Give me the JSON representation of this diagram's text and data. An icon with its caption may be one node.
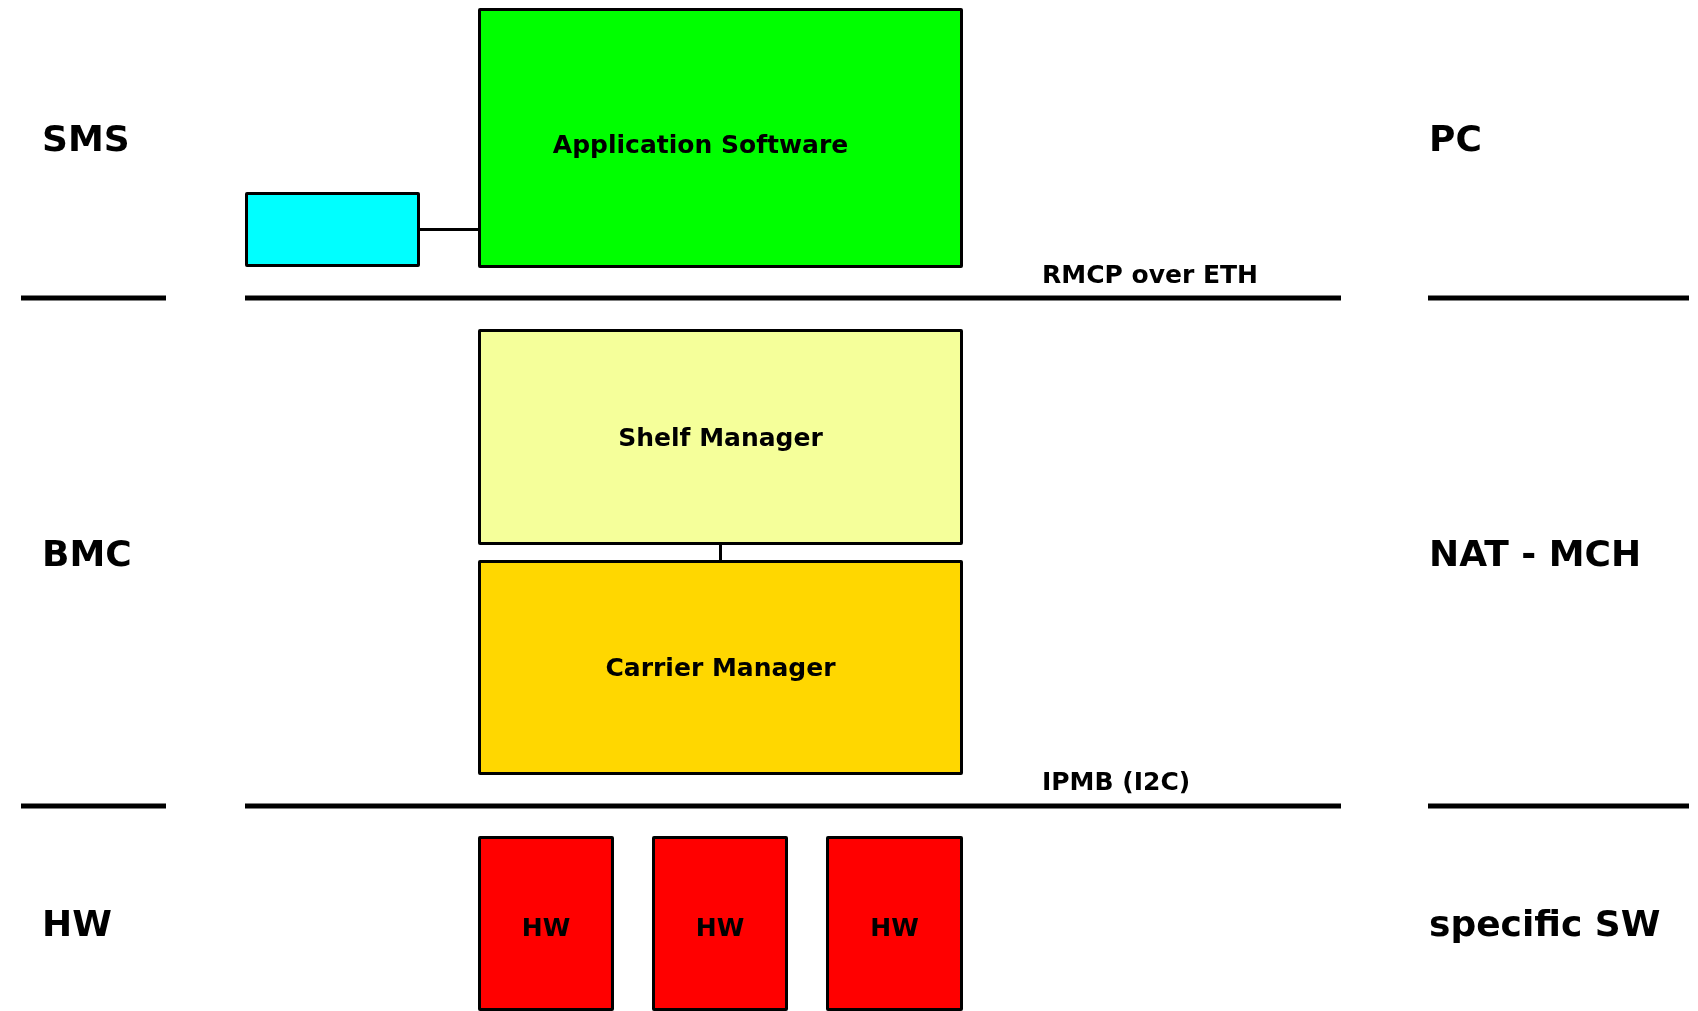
{
  "diagram": {
    "nodes": [
      {
        "text": [
          "Application Software"
        ]
      },
      {
        "text": [],
        "shape": "box"
      },
      {
        "text": [
          "Shelf Manager"
        ]
      },
      {
        "text": [
          "Carrier Manager"
        ]
      },
      {
        "text": [
          "HW"
        ]
      },
      {
        "text": [
          "HW"
        ]
      },
      {
        "text": [
          "HW"
        ]
      }
    ],
    "edges": [
      {
        "from": 1,
        "to": 0,
        "arrow": "none"
      },
      {
        "from": 2,
        "to": 3,
        "arrow": "none"
      }
    ],
    "labels": [
      "SMS",
      "PC",
      "RMCP over ETH",
      "BMC",
      "NAT - MCH",
      "IPMB (I2C)",
      "HW",
      "specific SW"
    ]
  }
}
